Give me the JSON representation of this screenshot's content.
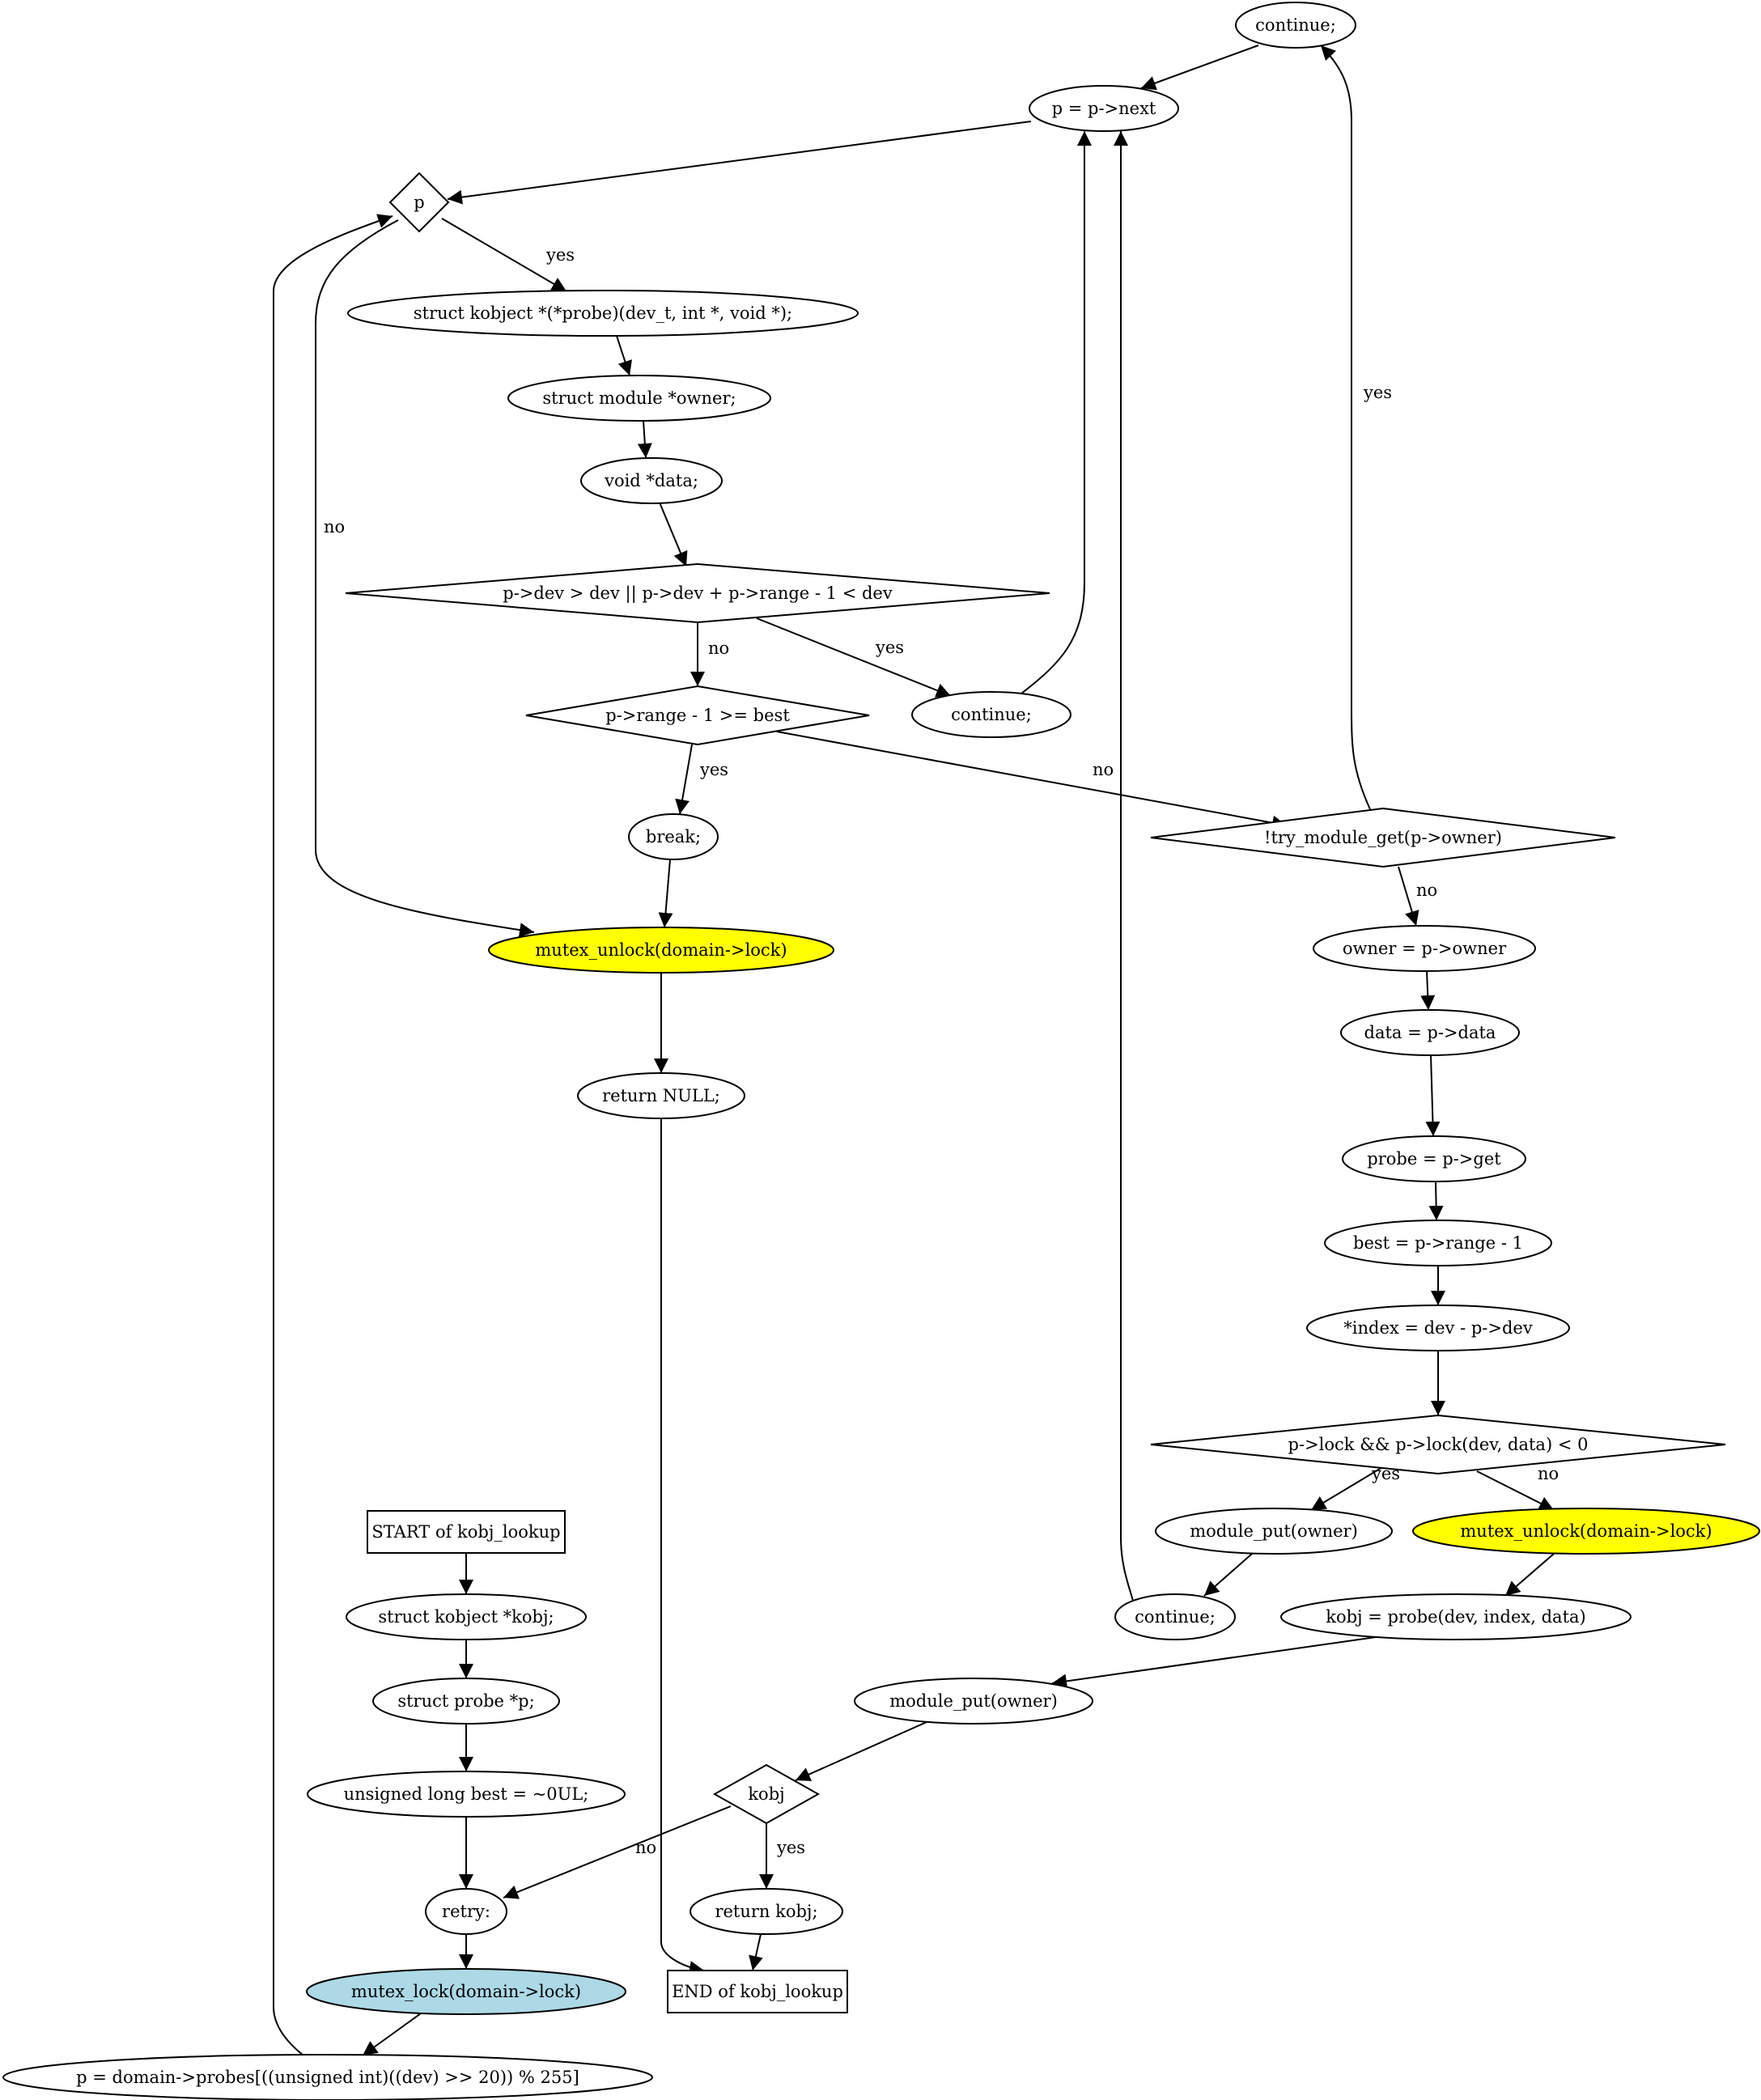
{
  "colors": {
    "default": "#ffffff",
    "unlock": "#ffff00",
    "lock": "#add8e6"
  },
  "nodes": [
    {
      "id": "start",
      "label": "START of kobj_lookup",
      "shape": "box"
    },
    {
      "id": "decl_kobj",
      "label": "struct kobject *kobj;",
      "shape": "ellipse"
    },
    {
      "id": "decl_p",
      "label": "struct probe *p;",
      "shape": "ellipse"
    },
    {
      "id": "decl_best",
      "label": "unsigned long best = ~0UL;",
      "shape": "ellipse"
    },
    {
      "id": "retry",
      "label": "retry:",
      "shape": "ellipse"
    },
    {
      "id": "lock",
      "label": "mutex_lock(domain->lock)",
      "shape": "ellipse",
      "color": "lock"
    },
    {
      "id": "p_init",
      "label": "p = domain->probes[((unsigned int)((dev) >> 20)) % 255]",
      "shape": "ellipse"
    },
    {
      "id": "p_cond",
      "label": "p",
      "shape": "diamond"
    },
    {
      "id": "decl_probe",
      "label": "struct kobject *(*probe)(dev_t, int *, void *);",
      "shape": "ellipse"
    },
    {
      "id": "decl_owner",
      "label": "struct module *owner;",
      "shape": "ellipse"
    },
    {
      "id": "decl_data",
      "label": "void *data;",
      "shape": "ellipse"
    },
    {
      "id": "range_cond",
      "label": "p->dev > dev || p->dev + p->range - 1 < dev",
      "shape": "diamond"
    },
    {
      "id": "continue1",
      "label": "continue;",
      "shape": "ellipse"
    },
    {
      "id": "best_cond",
      "label": "p->range - 1 >= best",
      "shape": "diamond"
    },
    {
      "id": "break",
      "label": "break;",
      "shape": "ellipse"
    },
    {
      "id": "unlock1",
      "label": "mutex_unlock(domain->lock)",
      "shape": "ellipse",
      "color": "unlock"
    },
    {
      "id": "return_null",
      "label": "return NULL;",
      "shape": "ellipse"
    },
    {
      "id": "p_next",
      "label": "p = p->next",
      "shape": "ellipse"
    },
    {
      "id": "continue_top",
      "label": "continue;",
      "shape": "ellipse"
    },
    {
      "id": "try_cond",
      "label": "!try_module_get(p->owner)",
      "shape": "diamond"
    },
    {
      "id": "owner_assign",
      "label": "owner = p->owner",
      "shape": "ellipse"
    },
    {
      "id": "data_assign",
      "label": "data = p->data",
      "shape": "ellipse"
    },
    {
      "id": "probe_assign",
      "label": "probe = p->get",
      "shape": "ellipse"
    },
    {
      "id": "best_assign",
      "label": "best = p->range - 1",
      "shape": "ellipse"
    },
    {
      "id": "index_assign",
      "label": "*index = dev - p->dev",
      "shape": "ellipse"
    },
    {
      "id": "lock_cond",
      "label": "p->lock && p->lock(dev, data) < 0",
      "shape": "diamond"
    },
    {
      "id": "module_put1",
      "label": "module_put(owner)",
      "shape": "ellipse"
    },
    {
      "id": "unlock2",
      "label": "mutex_unlock(domain->lock)",
      "shape": "ellipse",
      "color": "unlock"
    },
    {
      "id": "continue2",
      "label": "continue;",
      "shape": "ellipse"
    },
    {
      "id": "kobj_probe",
      "label": "kobj = probe(dev, index, data)",
      "shape": "ellipse"
    },
    {
      "id": "module_put2",
      "label": "module_put(owner)",
      "shape": "ellipse"
    },
    {
      "id": "kobj_cond",
      "label": "kobj",
      "shape": "diamond"
    },
    {
      "id": "return_kobj",
      "label": "return kobj;",
      "shape": "ellipse"
    },
    {
      "id": "end",
      "label": "END of kobj_lookup",
      "shape": "box"
    }
  ],
  "edge_labels": {
    "yes": "yes",
    "no": "no"
  }
}
